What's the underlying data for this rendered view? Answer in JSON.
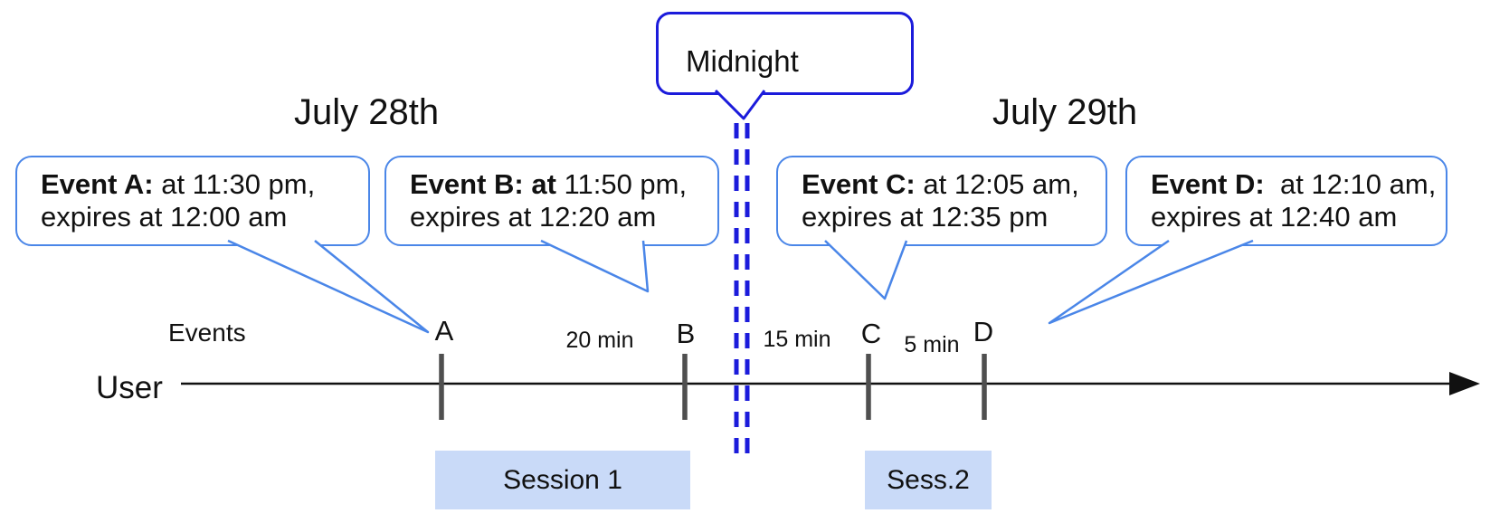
{
  "diagram": {
    "midnight_label": "Midnight",
    "day_left": "July 28th",
    "day_right": "July 29th",
    "events_axis_label": "Events",
    "user_axis_label": "User"
  },
  "events": [
    {
      "tick": "A",
      "bold": "Event A:",
      "rest": " at 11:30 pm,",
      "line2": "expires at 12:00 am"
    },
    {
      "tick": "B",
      "bold": "Event B: at",
      "rest": " 11:50 pm,",
      "line2": "expires at 12:20 am"
    },
    {
      "tick": "C",
      "bold": "Event C:",
      "rest": " at 12:05 am,",
      "line2": "expires at 12:35 pm"
    },
    {
      "tick": "D",
      "bold": "Event D:",
      "rest": "  at 12:10 am,",
      "line2": "expires at 12:40 am"
    }
  ],
  "intervals": [
    {
      "label": "20 min"
    },
    {
      "label": "15 min"
    },
    {
      "label": "5 min"
    }
  ],
  "sessions": [
    {
      "label": "Session 1"
    },
    {
      "label": "Sess.2"
    }
  ],
  "colors": {
    "event_bubble_border": "#4a86e8",
    "midnight_blue": "#1b1bdb",
    "session_fill": "#c9daf8",
    "tick_gray": "#4f4f4f",
    "timeline_black": "#111111"
  }
}
